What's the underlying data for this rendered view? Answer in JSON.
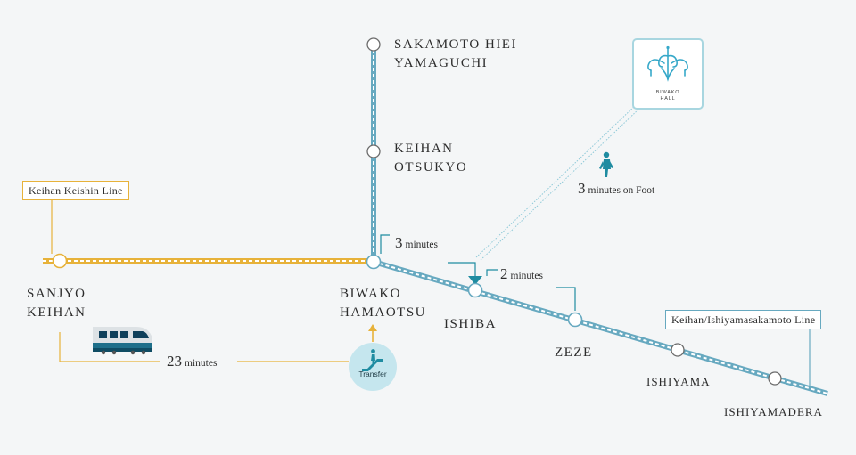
{
  "stations": {
    "sakamoto_hiei_yamaguchi": [
      "SAKAMOTO HIEI",
      "YAMAGUCHI"
    ],
    "keihan_otsukyo": [
      "KEIHAN",
      "OTSUKYO"
    ],
    "sanjyo_keihan": [
      "SANJYO",
      "KEIHAN"
    ],
    "biwako_hamaotsu": [
      "BIWAKO",
      "HAMAOTSU"
    ],
    "ishiba": "ISHIBA",
    "zeze": "ZEZE",
    "ishiyama": "ISHIYAMA",
    "ishiyamadera": "ISHIYAMADERA"
  },
  "lines": {
    "keishin": "Keihan Keishin Line",
    "ishiyamasakamoto": "Keihan/Ishiyamasakamoto Line"
  },
  "times": {
    "train_minutes": "23",
    "hamaotsu_ishiba_minutes": "3",
    "ishiba_zeze_minutes": "2",
    "walk_minutes": "3",
    "unit": "minutes",
    "walk_unit": "minutes on Foot"
  },
  "transfer_label": "Transfer",
  "venue_logo": [
    "BIWAKO",
    "HALL"
  ],
  "colors": {
    "keishin_line": "#e7b23a",
    "ishiyamasakamoto_line": "#67a9c0",
    "accent_teal": "#1f8ca1",
    "transfer_bg": "#c5e6ee"
  },
  "icons": {
    "train": "train-icon",
    "walker": "pedestrian-icon",
    "transfer": "escalator-person-icon",
    "logo": "biwako-hall-logo"
  }
}
